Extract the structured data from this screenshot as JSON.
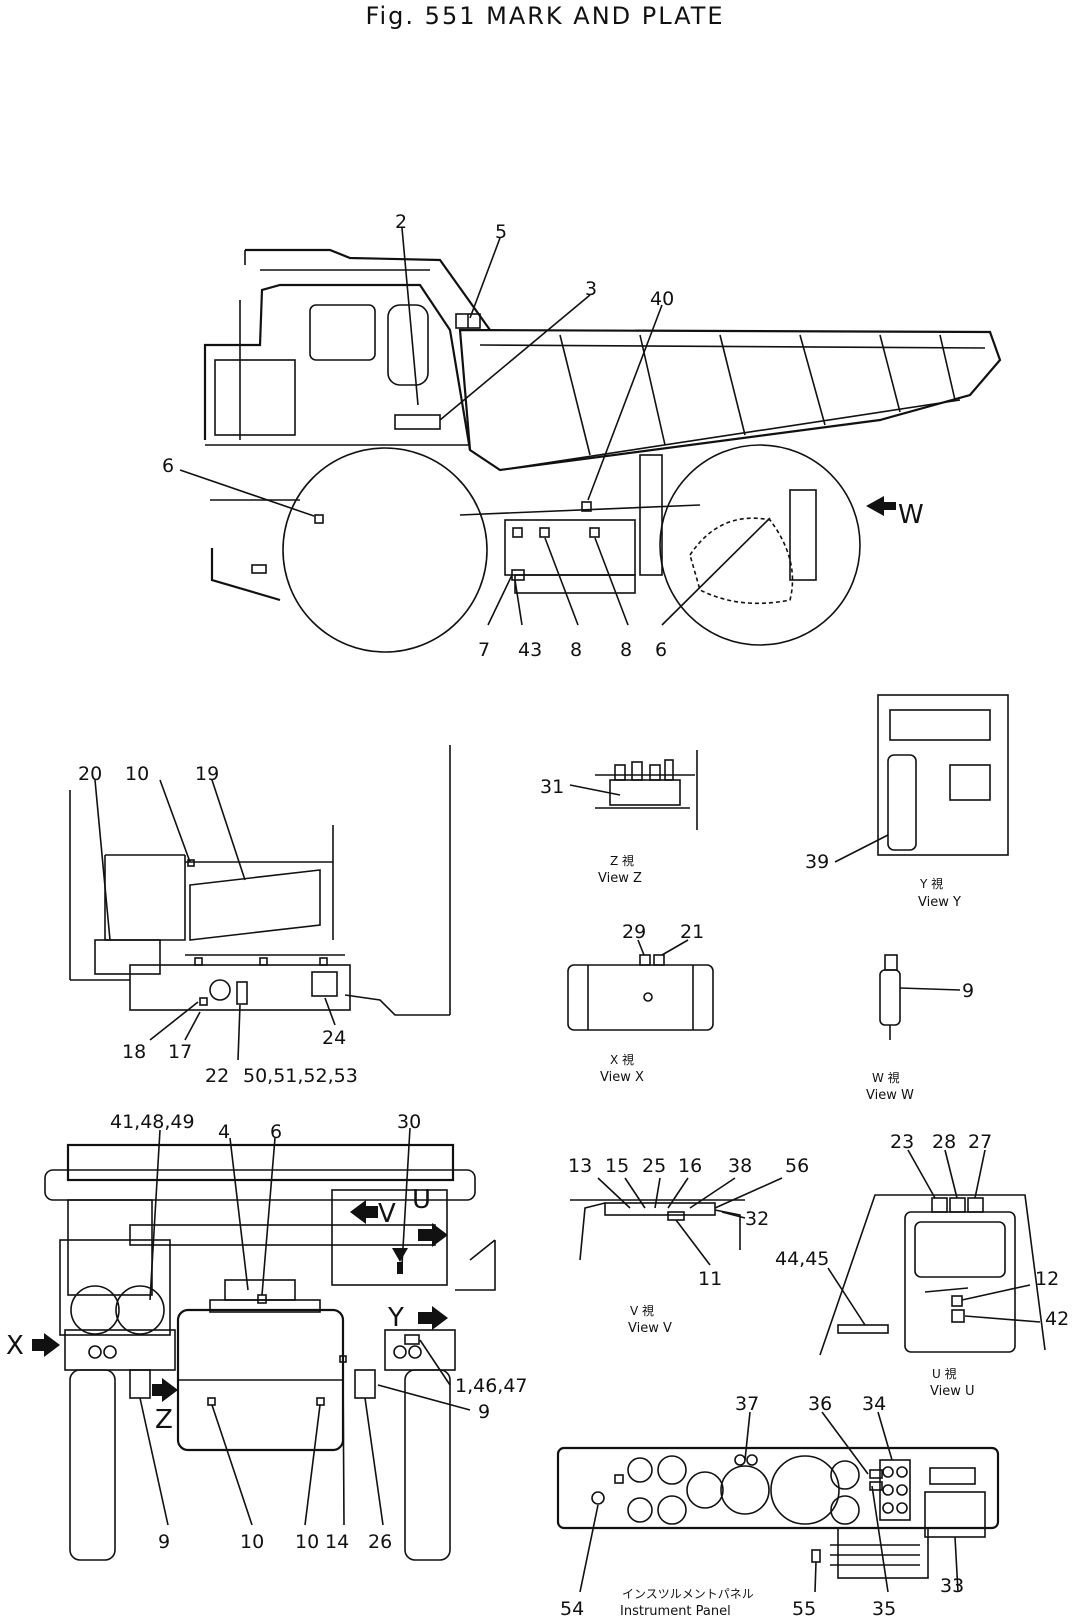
{
  "title": "Fig. 551   MARK AND PLATE",
  "main_view": {
    "callouts": [
      "2",
      "5",
      "3",
      "40",
      "6",
      "W",
      "7",
      "43",
      "8",
      "8",
      "6"
    ]
  },
  "side_view": {
    "callouts": [
      "20",
      "10",
      "19",
      "18",
      "17",
      "22",
      "50,51,52,53",
      "24"
    ]
  },
  "front_view": {
    "callouts": [
      "41,48,49",
      "4",
      "6",
      "30",
      "V",
      "U",
      "Y",
      "X",
      "Z",
      "1,46,47",
      "9",
      "9",
      "10",
      "10",
      "14",
      "26"
    ]
  },
  "view_z": {
    "label_jp": "Z 視",
    "label": "View Z",
    "callouts": [
      "31"
    ]
  },
  "view_y": {
    "label_jp": "Y 視",
    "label": "View Y",
    "callouts": [
      "39"
    ]
  },
  "view_x": {
    "label_jp": "X 視",
    "label": "View X",
    "callouts": [
      "29",
      "21"
    ]
  },
  "view_w": {
    "label_jp": "W 視",
    "label": "View W",
    "callouts": [
      "9"
    ]
  },
  "view_v": {
    "label_jp": "V 視",
    "label": "View V",
    "callouts": [
      "13",
      "15",
      "25",
      "16",
      "38",
      "56",
      "32",
      "11"
    ]
  },
  "view_u": {
    "label_jp": "U 視",
    "label": "View U",
    "callouts": [
      "23",
      "28",
      "27",
      "44,45",
      "12",
      "42"
    ]
  },
  "instrument_panel": {
    "label_jp": "インスツルメントパネル",
    "label": "Instrument Panel",
    "callouts": [
      "37",
      "36",
      "34",
      "54",
      "55",
      "35",
      "33"
    ]
  }
}
